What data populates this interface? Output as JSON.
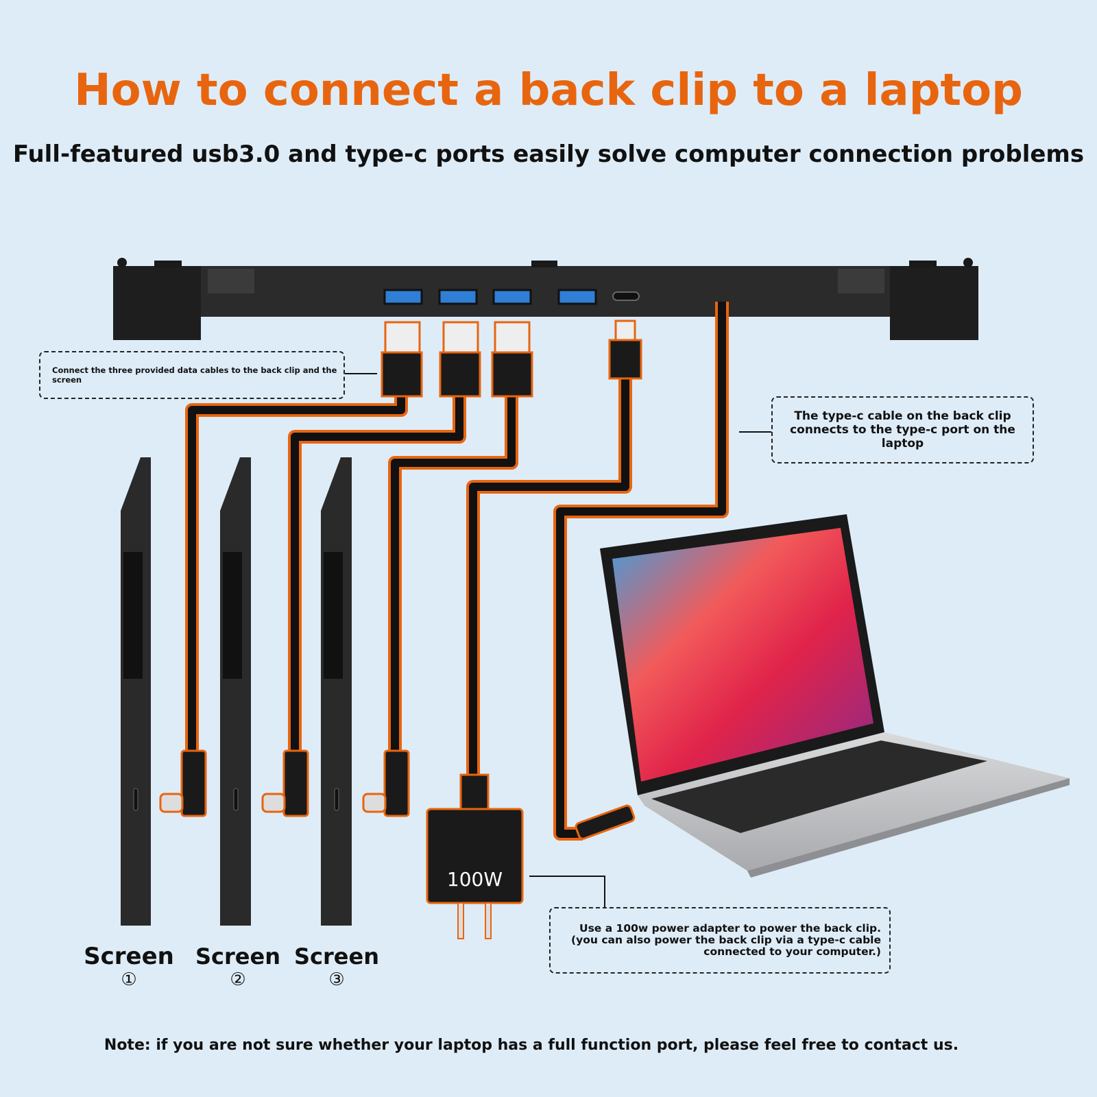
{
  "header": {
    "title": "How to connect a back clip to a laptop",
    "subtitle": "Full-featured usb3.0 and type-c ports easily solve computer connection problems"
  },
  "callouts": {
    "data_cables": "Connect the three provided data cables to the back clip and the screen",
    "typec_laptop": "The type-c cable on the back clip connects to the type-c port on the laptop",
    "power_adapter": "Use a 100w power adapter to power the back clip. (you can also power the back clip via a type-c cable connected to your computer.)"
  },
  "adapter": {
    "label": "100W"
  },
  "screens": [
    {
      "label": "Screen",
      "number": "①"
    },
    {
      "label": "Screen",
      "number": "②"
    },
    {
      "label": "Screen",
      "number": "③"
    }
  ],
  "footer": {
    "note": "Note: if you are not sure whether your laptop has a full function port, please feel free to contact us."
  },
  "colors": {
    "accent": "#e8650f",
    "background": "#deecf7",
    "device": "#2a2a2a",
    "usb_blue": "#2f7fd6"
  }
}
